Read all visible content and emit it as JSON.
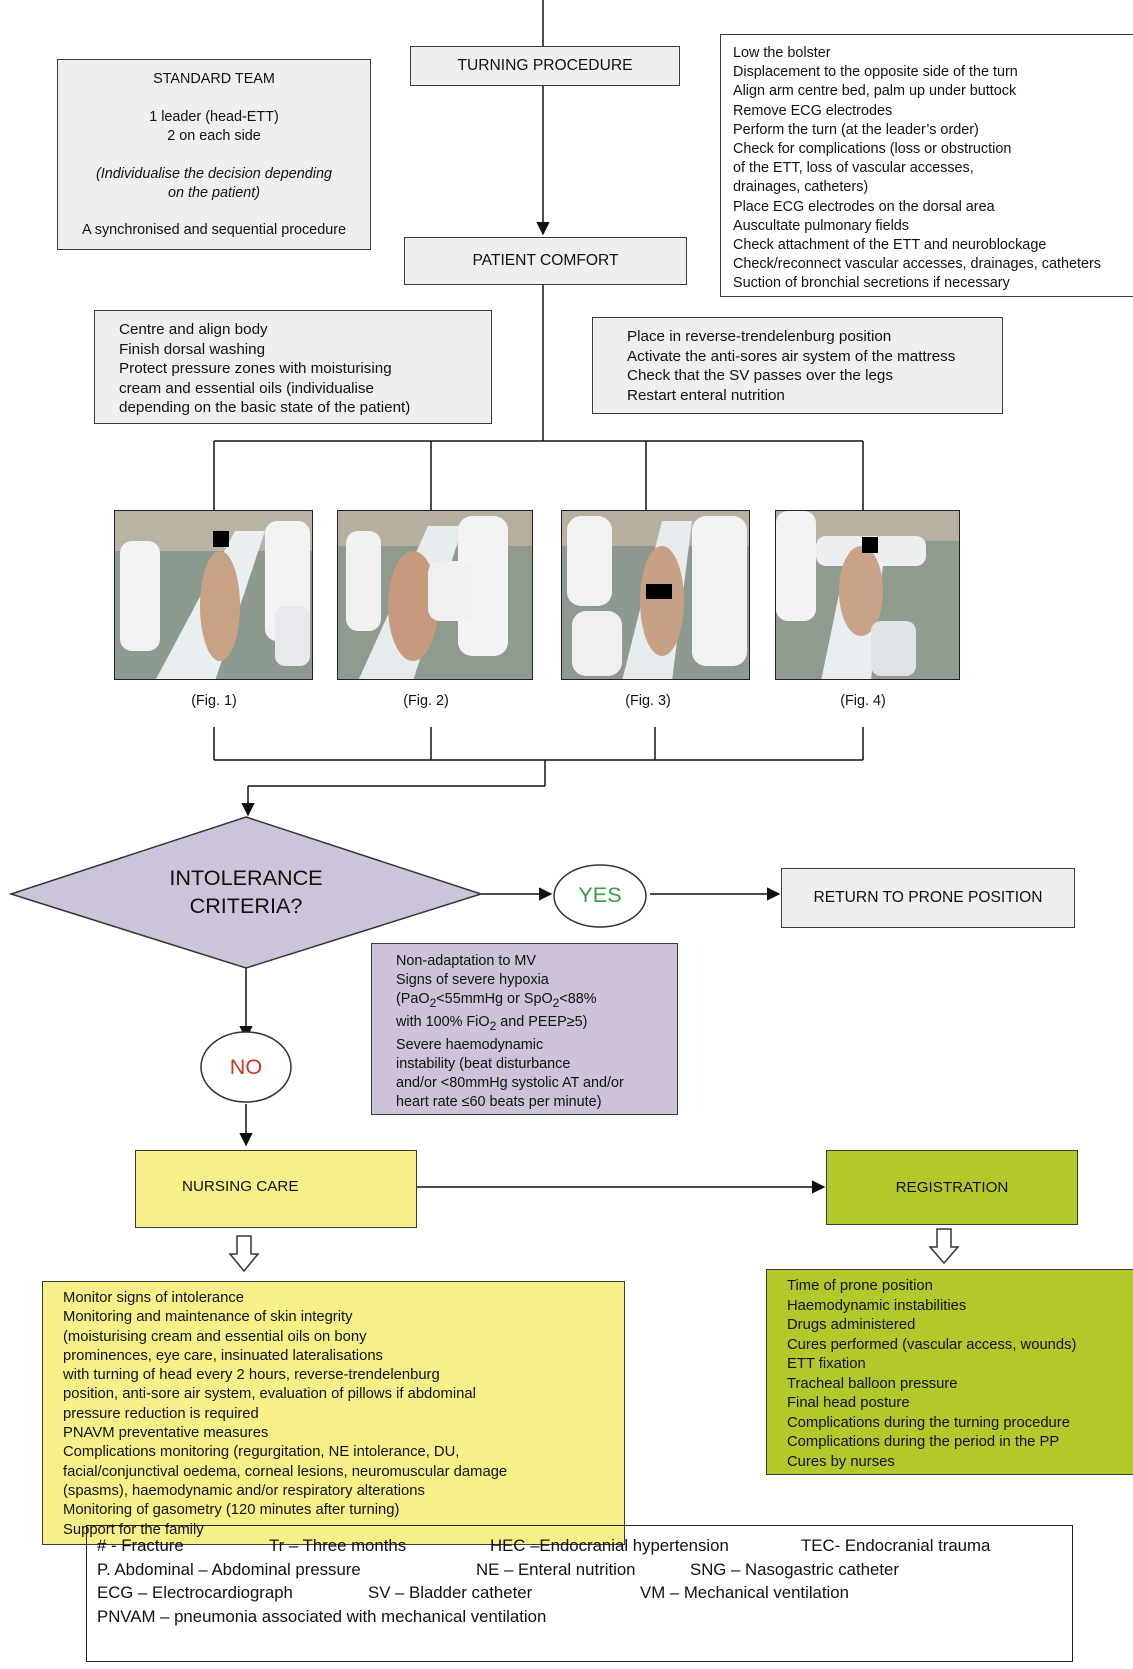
{
  "standard_team": {
    "title": "STANDARD TEAM",
    "line1": "1 leader (head-ETT)",
    "line2": "2 on each side",
    "note1": "(Individualise the decision depending",
    "note2": "on the patient)",
    "footer": "A synchronised and sequential procedure"
  },
  "turning_procedure": {
    "label": "TURNING PROCEDURE"
  },
  "turning_steps": [
    "Low the bolster",
    "Displacement to the opposite side of the turn",
    "Align arm centre bed, palm up under buttock",
    "Remove ECG electrodes",
    "Perform the turn (at the leader’s order)",
    "Check for complications (loss or obstruction",
    "of the ETT, loss of vascular accesses,",
    "drainages, catheters)",
    "Place ECG electrodes on the dorsal area",
    "Auscultate pulmonary fields",
    "Check attachment of the ETT and neuroblockage",
    "Check/reconnect vascular accesses, drainages, catheters",
    "Suction of bronchial secretions if necessary"
  ],
  "patient_comfort": {
    "label": "PATIENT COMFORT"
  },
  "comfort_left": [
    "Centre and align body",
    "Finish dorsal washing",
    "Protect pressure zones with moisturising",
    "cream and essential oils (individualise",
    "depending on the basic state of the patient)"
  ],
  "comfort_right": [
    "Place in reverse-trendelenburg position",
    "Activate the anti-sores air system of the mattress",
    "Check that the SV passes over the legs",
    "Restart enteral nutrition"
  ],
  "figures": [
    "(Fig. 1)",
    "(Fig. 2)",
    "(Fig. 3)",
    "(Fig. 4)"
  ],
  "intolerance": {
    "line1": "INTOLERANCE",
    "line2": "CRITERIA?"
  },
  "yes_label": "YES",
  "no_label": "NO",
  "return_label": "RETURN TO PRONE POSITION",
  "criteria": {
    "l1": "Non-adaptation to MV",
    "l2": "Signs of severe hypoxia",
    "l3a": "(PaO",
    "l3b": "2",
    "l3c": "<55mmHg or SpO",
    "l3d": "2",
    "l3e": "<88%",
    "l4a": "with 100% FiO",
    "l4b": "2",
    "l4c": " and PEEP≥5)",
    "l5": "Severe haemodynamic",
    "l6": "instability (beat disturbance",
    "l7": "and/or <80mmHg systolic AT  and/or",
    "l8": "heart rate ≤60 beats per minute)"
  },
  "nursing_care": {
    "label": "NURSING CARE"
  },
  "registration": {
    "label": "REGISTRATION"
  },
  "nursing_items": [
    "Monitor signs of intolerance",
    "Monitoring and maintenance of skin integrity",
    "(moisturising cream and essential oils on bony",
    "prominences, eye care, insinuated lateralisations",
    "with turning of head every 2 hours, reverse-trendelenburg",
    "position, anti-sore air system, evaluation of pillows if abdominal",
    "pressure reduction is required",
    "PNAVM preventative measures",
    "Complications monitoring (regurgitation, NE intolerance, DU,",
    "facial/conjunctival oedema, corneal lesions, neuromuscular damage",
    "(spasms), haemodynamic and/or respiratory alterations",
    "Monitoring of gasometry (120 minutes after turning)",
    "Support for the family"
  ],
  "registration_items": [
    "Time of prone position",
    "Haemodynamic instabilities",
    "Drugs administered",
    "Cures performed (vascular access, wounds)",
    "ETT fixation",
    "Tracheal balloon pressure",
    "Final head posture",
    "Complications during the turning procedure",
    "Complications during the period in the PP",
    "Cures by nurses"
  ],
  "legend": {
    "r1": [
      "# - Fracture",
      "Tr – Three months",
      "HEC –Endocranial hypertension",
      "TEC- Endocranial trauma"
    ],
    "r2": [
      "P. Abdominal – Abdominal pressure",
      "NE – Enteral nutrition",
      "SNG – Nasogastric catheter"
    ],
    "r3": [
      "ECG – Electrocardiograph",
      "SV – Bladder catheter",
      "VM – Mechanical ventilation"
    ],
    "r4": [
      "PNVAM – pneumonia associated with mechanical ventilation"
    ]
  },
  "colors": {
    "box_gray": "#efefef",
    "diamond_purple": "#cdc4dc",
    "criteria_purple": "#cdc2d9",
    "nursing_yellow": "#f7f089",
    "registration_green": "#b5c82b",
    "yes_green": "#3a9a4a",
    "no_red": "#c0392b"
  }
}
